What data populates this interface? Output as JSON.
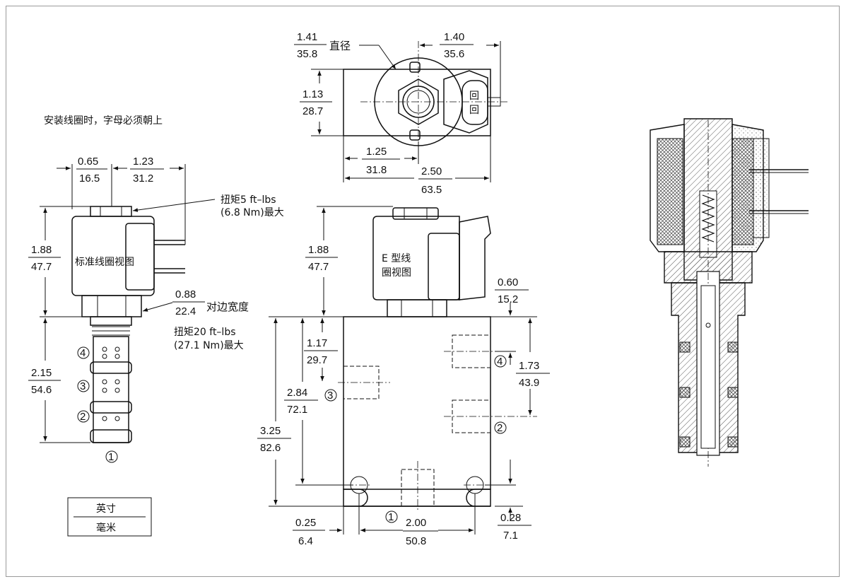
{
  "note_install": "安装线圈时，字母必须朝上",
  "coil_standard_label": "标准线圈视图",
  "coil_e_label_1": "E 型线",
  "coil_e_label_2": "圈视图",
  "torque_coil": {
    "line1": "扭矩5 ft–lbs",
    "line2": "(6.8 Nm)最大"
  },
  "torque_body": {
    "line1": "扭矩20 ft–lbs",
    "line2": "(27.1 Nm)最大"
  },
  "hex_label": "对边宽度",
  "diameter_label": "直径",
  "unit_legend": {
    "top": "英寸",
    "bottom": "毫米"
  },
  "ports": {
    "p1": "1",
    "p2": "2",
    "p3": "3",
    "p4": "4"
  },
  "connector_letters": [
    "回",
    "回"
  ],
  "dims": {
    "d065": {
      "in": "0.65",
      "mm": "16.5"
    },
    "d123": {
      "in": "1.23",
      "mm": "31.2"
    },
    "d188a": {
      "in": "1.88",
      "mm": "47.7"
    },
    "d088": {
      "in": "0.88",
      "mm": "22.4"
    },
    "d215": {
      "in": "2.15",
      "mm": "54.6"
    },
    "d141": {
      "in": "1.41",
      "mm": "35.8"
    },
    "d140": {
      "in": "1.40",
      "mm": "35.6"
    },
    "d113": {
      "in": "1.13",
      "mm": "28.7"
    },
    "d125": {
      "in": "1.25",
      "mm": "31.8"
    },
    "d250": {
      "in": "2.50",
      "mm": "63.5"
    },
    "d188b": {
      "in": "1.88",
      "mm": "47.7"
    },
    "d060": {
      "in": "0.60",
      "mm": "15.2"
    },
    "d117": {
      "in": "1.17",
      "mm": "29.7"
    },
    "d173": {
      "in": "1.73",
      "mm": "43.9"
    },
    "d284": {
      "in": "2.84",
      "mm": "72.1"
    },
    "d325": {
      "in": "3.25",
      "mm": "82.6"
    },
    "d025": {
      "in": "0.25",
      "mm": "6.4"
    },
    "d200": {
      "in": "2.00",
      "mm": "50.8"
    },
    "d028": {
      "in": "0.28",
      "mm": "7.1"
    }
  }
}
